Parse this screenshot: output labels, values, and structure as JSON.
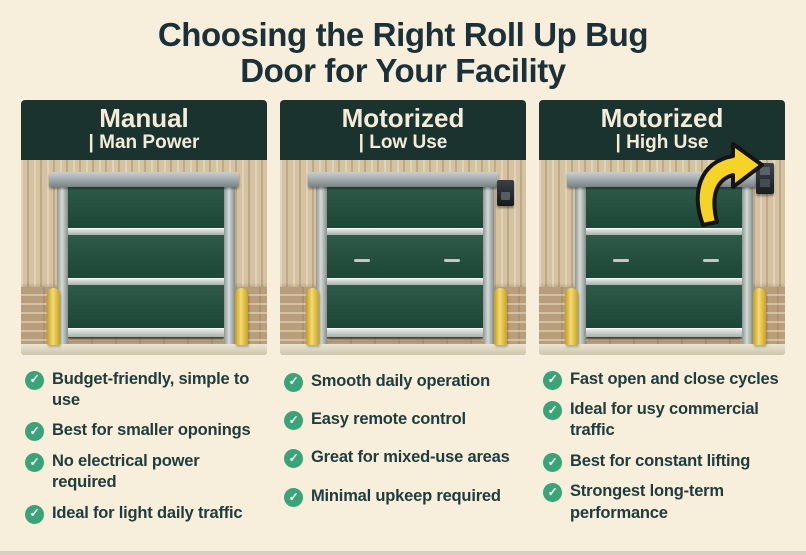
{
  "title": {
    "line1": "Choosing the Right Roll Up Bug",
    "line2": "Door for Your Facility"
  },
  "icons": {
    "check": "✓"
  },
  "colors": {
    "background": "#f7efdc",
    "title_text": "#1b3038",
    "header_bg": "#1b332e",
    "header_text": "#f4ecd9",
    "feature_text": "#203c3d",
    "accent_green": "#3aa377",
    "door_green": "#1f4e3c",
    "bollard_yellow": "#edc52a",
    "arrow_yellow": "#f5d327"
  },
  "columns": [
    {
      "header": "Manual",
      "subheader": "| Man Power",
      "features": [
        "Budget-friendly, simple to use",
        "Best for smaller oponings",
        "No electrical power required",
        "Ideal for light daily traffic"
      ]
    },
    {
      "header": "Motorized",
      "subheader": "| Low Use",
      "features": [
        "Smooth daily operation",
        "Easy remote control",
        "Great for mixed-use areas",
        "Minimal upkeep required"
      ]
    },
    {
      "header": "Motorized",
      "subheader": "| High Use",
      "features": [
        "Fast open and close cycles",
        "Ideal for usy commercial traffic",
        "Best for constant lifting",
        "Strongest long-term performance"
      ]
    }
  ]
}
